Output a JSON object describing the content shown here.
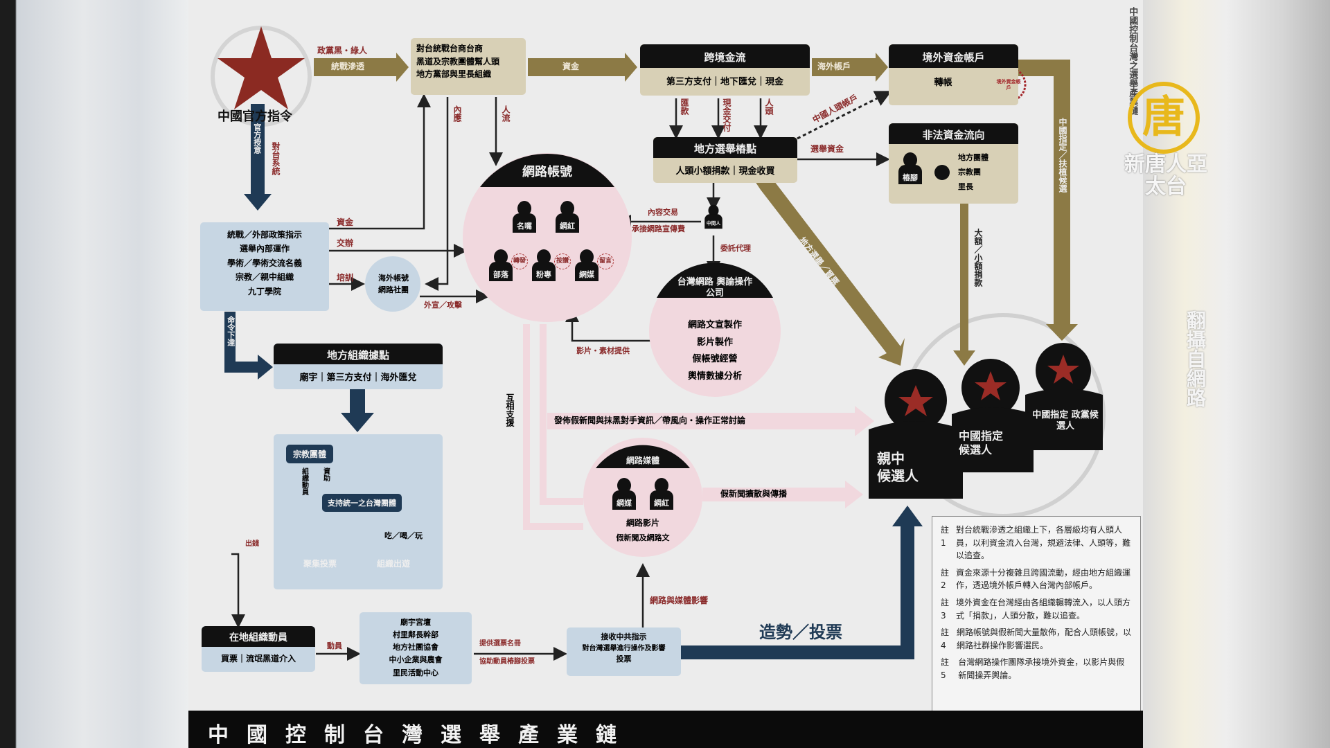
{
  "colors": {
    "gold": "#8c7a45",
    "navy": "#1f3a55",
    "pink": "#f1d8de",
    "red": "#8b2222",
    "beige": "#d8d0b6",
    "lightblue": "#c7d6e3"
  },
  "origin": {
    "label": "中國官方指令",
    "arrow_top": "政黨黑・綠人",
    "arrow_mid": "統戰滲透",
    "down_left": "官方授意",
    "down_right": "對台系統"
  },
  "united_front": {
    "lines": [
      "對台統戰台商台商",
      "黑道及宗教團體幫人頭",
      "地方黨部與里長組織"
    ],
    "label_left": "內應",
    "label_right": "人流"
  },
  "funds_arrow": "資金",
  "cross_border": {
    "title": "跨境金流",
    "sub": "第三方支付｜地下匯兌｜現金",
    "v1": "匯款",
    "v2": "現金交付",
    "v3": "人頭"
  },
  "overseas_arrow": "海外帳戶",
  "offshore": {
    "title": "境外資金帳戶",
    "sub": "轉帳",
    "stamp": "境外資金帳戶",
    "dotted": "中國人頭帳戶"
  },
  "gold_right_label": "中國指定／扶植候選",
  "local_post": {
    "title": "地方選舉樁點",
    "sub": "人頭小額捐款｜現金收買",
    "to_right": "選舉資金",
    "diag": "地方選舉／買票"
  },
  "illegal": {
    "title": "非法資金流向",
    "person": "樁腳",
    "items": [
      "地方團體",
      "宗教團",
      "里長"
    ],
    "down": "大額／小額捐款"
  },
  "network": {
    "title": "網路帳號",
    "people_top": [
      "名嘴",
      "網紅"
    ],
    "people_bottom": [
      "部落",
      "粉專",
      "網媒"
    ],
    "badges": [
      "轉發",
      "按讚",
      "留言"
    ],
    "left_in": "外宣／攻擊"
  },
  "middleman": {
    "label": "中間人",
    "arrow1": "內容交易",
    "arrow2": "承接網路宣傳費",
    "down": "委託代理"
  },
  "pr_company": {
    "title": "台灣網路 輿論操作公司",
    "items": [
      "網路文宣製作",
      "影片製作",
      "假帳號經營",
      "輿情數據分析"
    ],
    "back": "影片・素材提供"
  },
  "leftbox": {
    "lines": [
      "統戰／外部政策指示",
      "選舉內部運作",
      "學術／學術交流名義",
      "宗教／親中組織",
      "九丁學院"
    ],
    "arrow1": "資金",
    "arrow2": "交辦",
    "arrow3": "培訓",
    "down": "命令下達"
  },
  "small_circle": {
    "lines": [
      "海外帳號",
      "網路社團"
    ]
  },
  "org": {
    "title": "地方組織據點",
    "sub": "廟宇｜第三方支付｜海外匯兌"
  },
  "panel": {
    "top": "宗教團體",
    "v1": "組織動員",
    "v2": "資助",
    "mid": "支持統一之台灣團體",
    "side": "吃／喝／玩",
    "pill1": "聚集投票",
    "pill2": "組織出遊",
    "out": "出錢"
  },
  "vertical_mid": "互相支援",
  "pink_arrow1": "發佈假新聞與抹黑對手資訊／帶風向・操作正常討論",
  "media": {
    "title": "網路媒體",
    "people": [
      "網媒",
      "網紅"
    ],
    "l1": "網路影片",
    "l2": "假新聞及網路文"
  },
  "pink_arrow2": "假新聞擴散與傳播",
  "ground": {
    "title": "在地組織動員",
    "sub": "買票｜流氓黑道介入",
    "link": "動員"
  },
  "mid_box": {
    "lines": [
      "廟宇宮壇",
      "村里鄰長幹部",
      "地方社團協會",
      "中小企業與農會",
      "里民活動中心"
    ],
    "arrow_top": "提供選票名冊",
    "arrow_bot": "協助動員樁腳投票"
  },
  "right_box": {
    "lines": [
      "接收中共指示",
      "對台灣選舉進行操作及影響",
      "投票"
    ],
    "up": "網路與媒體影響"
  },
  "navy_label": "造勢／投票",
  "candidates": [
    {
      "label": "親中 候選人"
    },
    {
      "label": "中國指定 候選人"
    },
    {
      "label": "中國指定 政黨候選人"
    }
  ],
  "notes": [
    {
      "n": "註1",
      "text": "對台統戰滲透之組織上下，各層級均有人頭人員，以利資金流入台灣，規避法律、人頭等，難以追查。"
    },
    {
      "n": "註2",
      "text": "資金來源十分複雜且跨國流動，經由地方組織運作，透過境外帳戶轉入台灣內部帳戶。"
    },
    {
      "n": "註3",
      "text": "境外資金在台灣經由各組織輾轉流入，以人頭方式「捐款」，人頭分散，難以追查。"
    },
    {
      "n": "註4",
      "text": "網路帳號與假新聞大量散佈，配合人頭帳號，以網路社群操作影響選民。"
    },
    {
      "n": "註5",
      "text": "台灣網路操作團隊承接境外資金，以影片與假新聞操弄輿論。"
    }
  ],
  "footer": "中國控制台灣選舉產業鏈",
  "watermark": {
    "logo": "唐",
    "channel": "新唐人亞太台",
    "source": "翻攝自網路",
    "side_text": "中國控制台灣之選舉產業鏈"
  }
}
